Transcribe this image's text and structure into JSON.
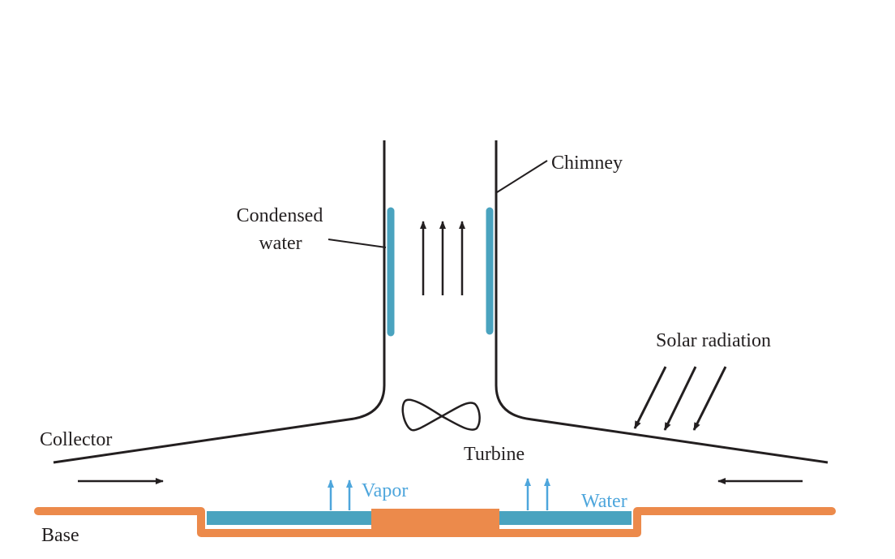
{
  "labels": {
    "chimney": "Chimney",
    "condensed_water_line1": "Condensed",
    "condensed_water_line2": "water",
    "solar_radiation": "Solar radiation",
    "collector": "Collector",
    "turbine": "Turbine",
    "vapor": "Vapor",
    "water": "Water",
    "base": "Base"
  },
  "colors": {
    "structure": "#231f20",
    "water": "#4aa3bf",
    "vapor_arrows": "#4ea6dc",
    "base": "#ec8a4b"
  }
}
